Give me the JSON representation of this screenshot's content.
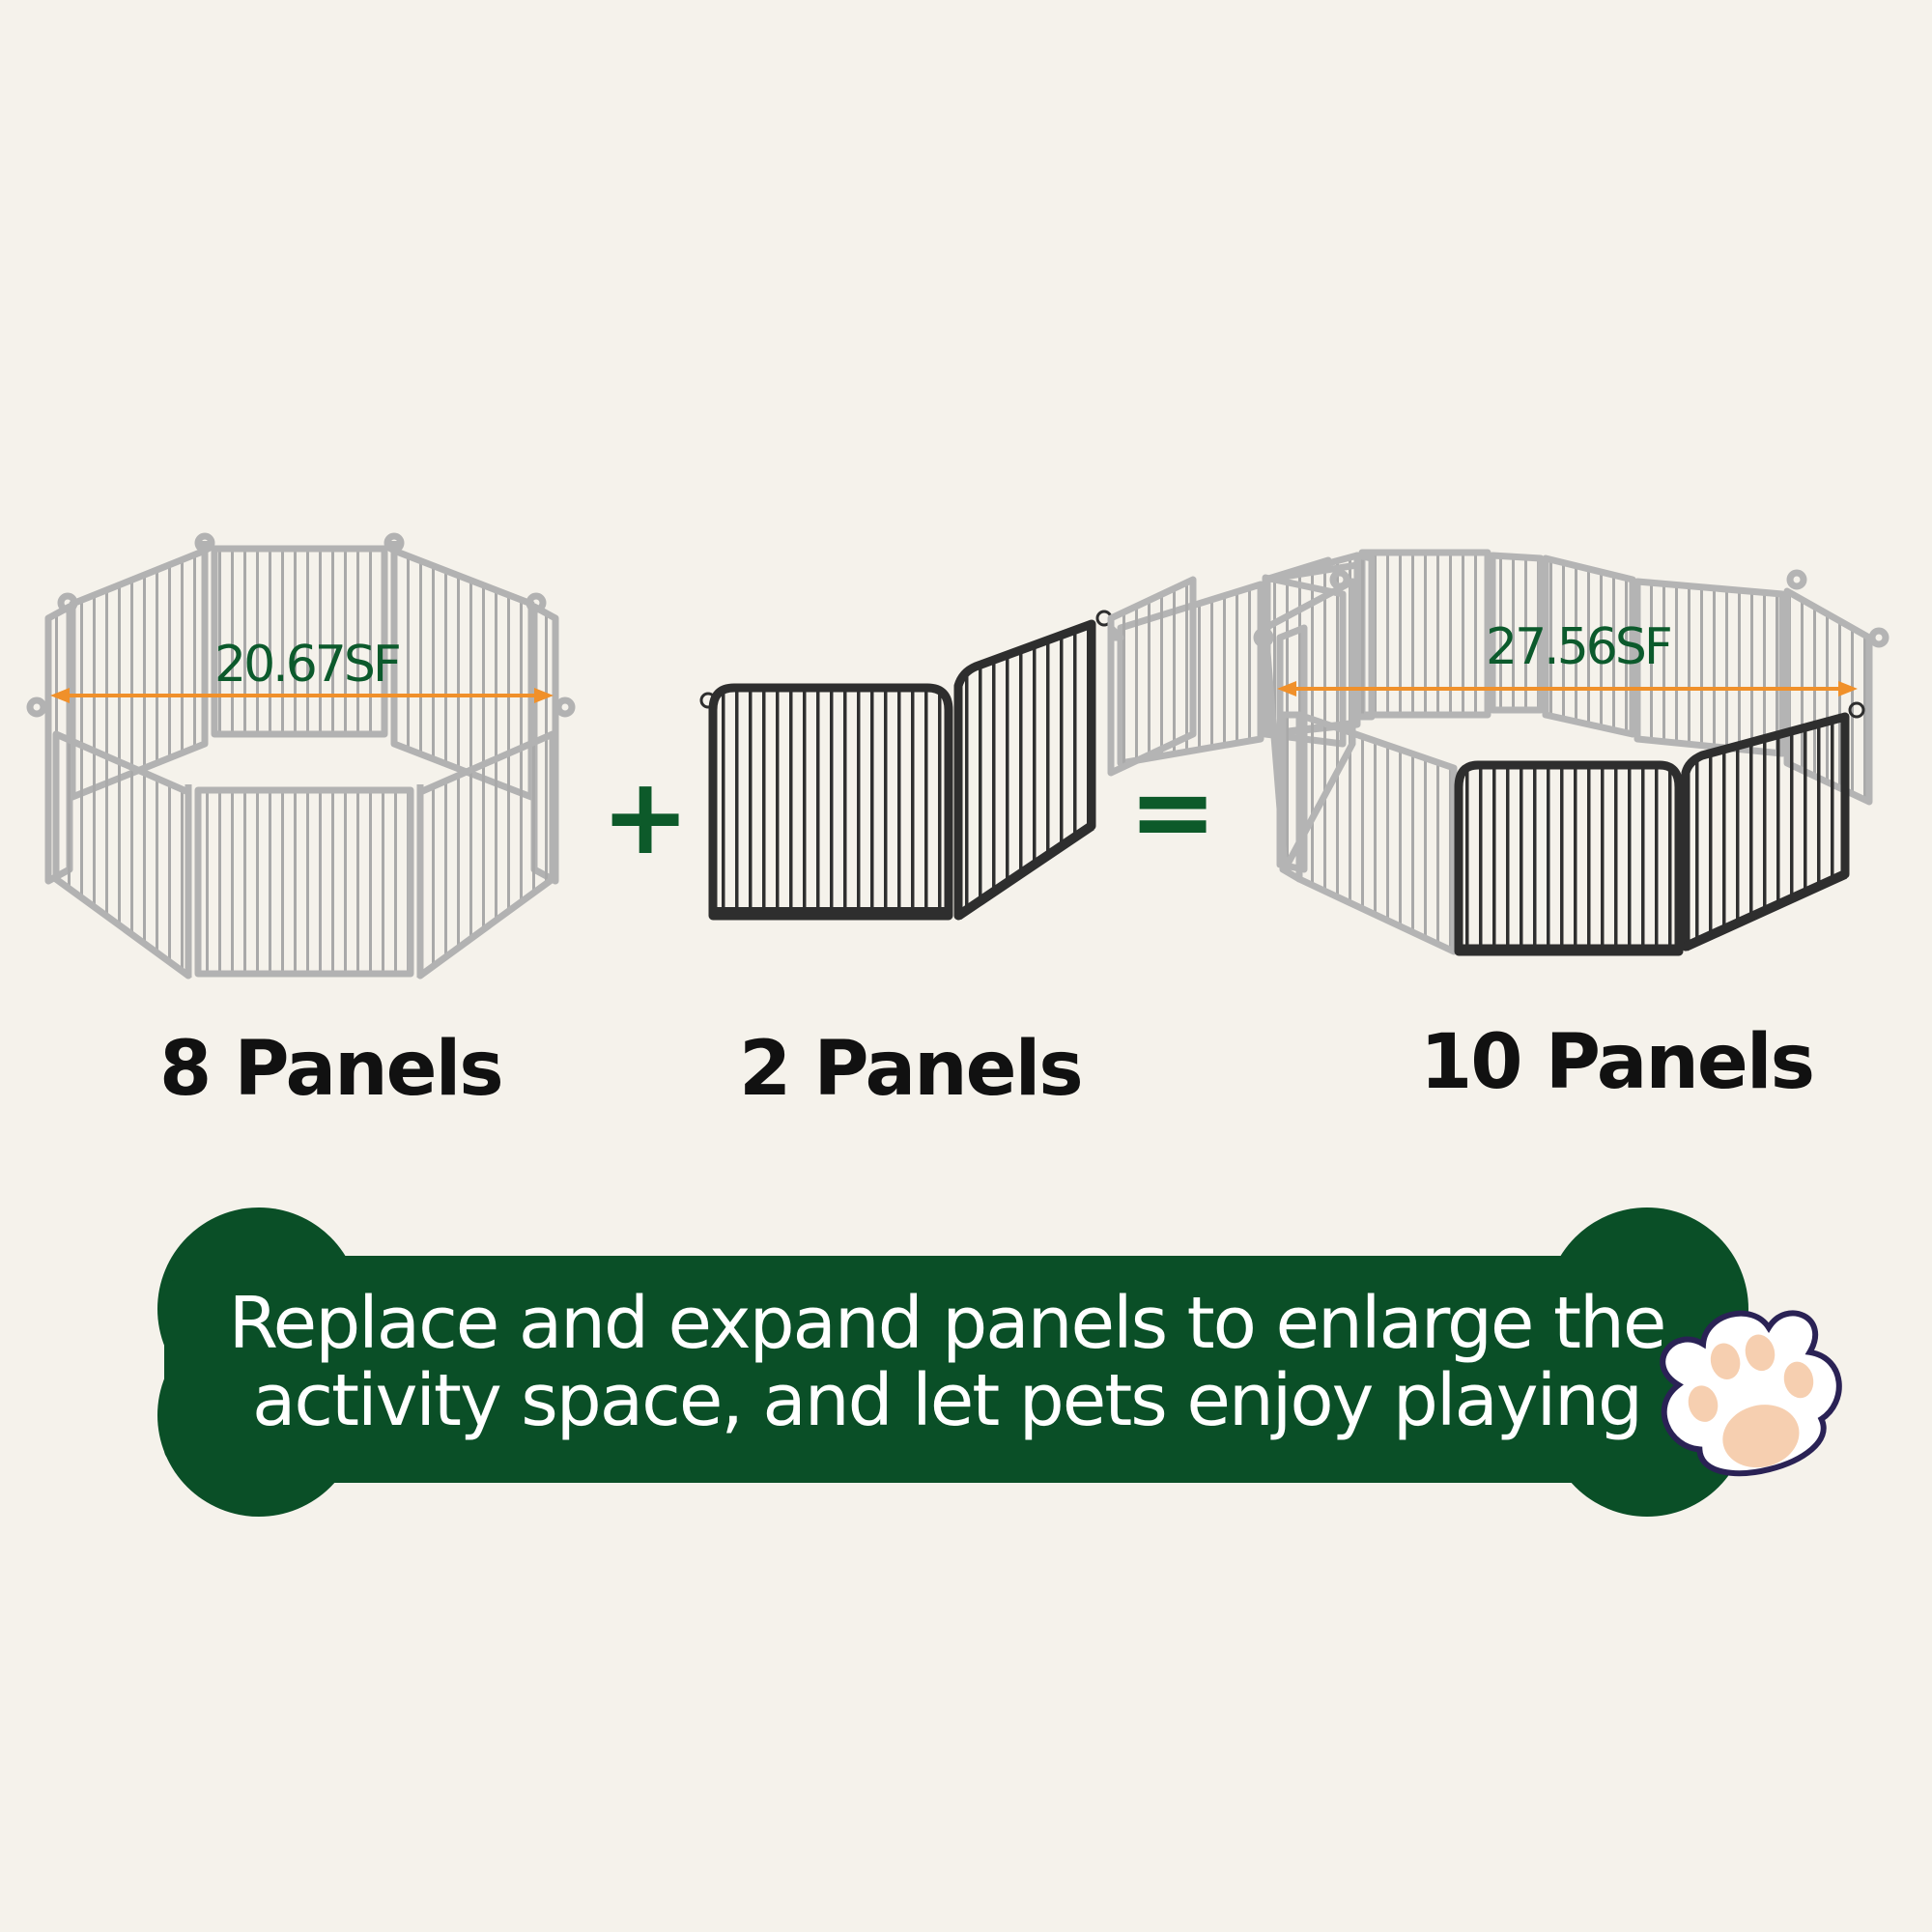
{
  "left": {
    "area": "20.67SF",
    "label": "8 Panels"
  },
  "middle": {
    "label": "2 Panels"
  },
  "right": {
    "area": "27.56SF",
    "label": "10 Panels"
  },
  "operators": {
    "plus": "+",
    "equals": "="
  },
  "banner": {
    "line1": "Replace and expand panels to enlarge the",
    "line2": "activity space, and let pets enjoy playing"
  },
  "colors": {
    "background": "#f5f2eb",
    "brand_green": "#0a4f27",
    "arrow_orange": "#f0902a",
    "fence_gray": "#b8b8b8",
    "fence_dark": "#2e2e2e"
  },
  "icons": [
    "paw-icon"
  ]
}
